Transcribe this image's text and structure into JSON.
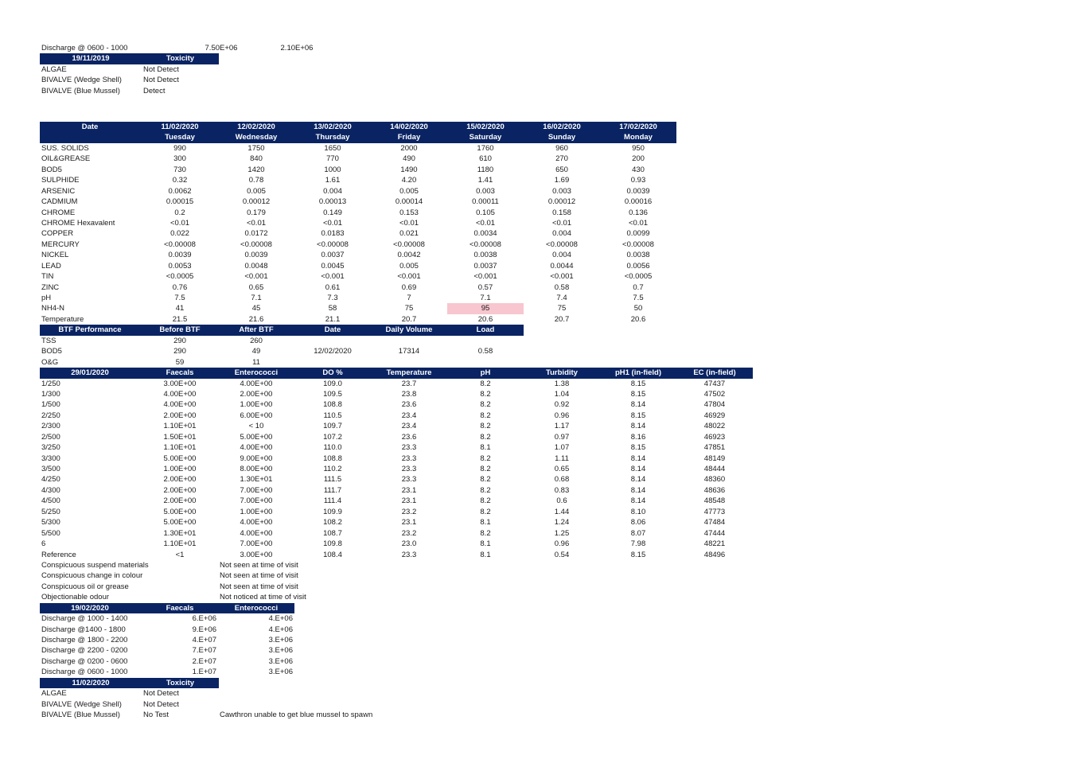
{
  "colors": {
    "header_bg": "#0a2463",
    "header_text": "#ffffff",
    "highlight": "#f7c6ce"
  },
  "top": {
    "discharge_label": "Discharge @ 0600 - 1000",
    "discharge_v1": "7.50E+06",
    "discharge_v2": "2.10E+06",
    "tox_date": "19/11/2019",
    "tox_header": "Toxicity",
    "tox_rows": [
      {
        "label": "ALGAE",
        "value": "Not Detect"
      },
      {
        "label": "BIVALVE (Wedge Shell)",
        "value": "Not Detect"
      },
      {
        "label": "BIVALVE (Blue Mussel)",
        "value": "Detect"
      }
    ]
  },
  "main": {
    "header": [
      "Date",
      "11/02/2020",
      "12/02/2020",
      "13/02/2020",
      "14/02/2020",
      "15/02/2020",
      "16/02/2020",
      "17/02/2020"
    ],
    "days": [
      "",
      "Tuesday",
      "Wednesday",
      "Thursday",
      "Friday",
      "Saturday",
      "Sunday",
      "Monday"
    ],
    "rows": [
      [
        "SUS. SOLIDS",
        "990",
        "1750",
        "1650",
        "2000",
        "1760",
        "960",
        "950"
      ],
      [
        "OIL&GREASE",
        "300",
        "840",
        "770",
        "490",
        "610",
        "270",
        "200"
      ],
      [
        "BOD5",
        "730",
        "1420",
        "1000",
        "1490",
        "1180",
        "650",
        "430"
      ],
      [
        "SULPHIDE",
        "0.32",
        "0.78",
        "1.61",
        "4.20",
        "1.41",
        "1.69",
        "0.93"
      ],
      [
        "ARSENIC",
        "0.0062",
        "0.005",
        "0.004",
        "0.005",
        "0.003",
        "0.003",
        "0.0039"
      ],
      [
        "CADMIUM",
        "0.00015",
        "0.00012",
        "0.00013",
        "0.00014",
        "0.00011",
        "0.00012",
        "0.00016"
      ],
      [
        "CHROME",
        "0.2",
        "0.179",
        "0.149",
        "0.153",
        "0.105",
        "0.158",
        "0.136"
      ],
      [
        "CHROME Hexavalent",
        "<0.01",
        "<0.01",
        "<0.01",
        "<0.01",
        "<0.01",
        "<0.01",
        "<0.01"
      ],
      [
        "COPPER",
        "0.022",
        "0.0172",
        "0.0183",
        "0.021",
        "0.0034",
        "0.004",
        "0.0099"
      ],
      [
        "MERCURY",
        "<0.00008",
        "<0.00008",
        "<0.00008",
        "<0.00008",
        "<0.00008",
        "<0.00008",
        "<0.00008"
      ],
      [
        "NICKEL",
        "0.0039",
        "0.0039",
        "0.0037",
        "0.0042",
        "0.0038",
        "0.004",
        "0.0038"
      ],
      [
        "LEAD",
        "0.0053",
        "0.0048",
        "0.0045",
        "0.005",
        "0.0037",
        "0.0044",
        "0.0056"
      ],
      [
        "TIN",
        "<0.0005",
        "<0.001",
        "<0.001",
        "<0.001",
        "<0.001",
        "<0.001",
        "<0.0005"
      ],
      [
        "ZINC",
        "0.76",
        "0.65",
        "0.61",
        "0.69",
        "0.57",
        "0.58",
        "0.7"
      ],
      [
        "pH",
        "7.5",
        "7.1",
        "7.3",
        "7",
        "7.1",
        "7.4",
        "7.5"
      ],
      [
        "NH4-N",
        "41",
        "45",
        "58",
        "75",
        "95",
        "75",
        "50"
      ],
      [
        "Temperature",
        "21.5",
        "21.6",
        "21.1",
        "20.7",
        "20.6",
        "20.7",
        "20.6"
      ]
    ]
  },
  "btf": {
    "header": [
      "BTF Performance",
      "Before BTF",
      "After BTF",
      "Date",
      "Daily Volume",
      "Load"
    ],
    "rows": [
      [
        "TSS",
        "290",
        "260",
        "",
        "",
        ""
      ],
      [
        "BOD5",
        "290",
        "49",
        "12/02/2020",
        "17314",
        "0.58"
      ],
      [
        "O&G",
        "59",
        "11",
        "",
        "",
        ""
      ]
    ]
  },
  "sites": {
    "header": [
      "29/01/2020",
      "Faecals",
      "Enterococci",
      "DO %",
      "Temperature",
      "pH",
      "Turbidity",
      "pH1 (in-field)",
      "EC (in-field)"
    ],
    "rows": [
      [
        "1/250",
        "3.00E+00",
        "4.00E+00",
        "109.0",
        "23.7",
        "8.2",
        "1.38",
        "8.15",
        "47437"
      ],
      [
        "1/300",
        "4.00E+00",
        "2.00E+00",
        "109.5",
        "23.8",
        "8.2",
        "1.04",
        "8.15",
        "47502"
      ],
      [
        "1/500",
        "4.00E+00",
        "1.00E+00",
        "108.8",
        "23.6",
        "8.2",
        "0.92",
        "8.14",
        "47804"
      ],
      [
        "2/250",
        "2.00E+00",
        "6.00E+00",
        "110.5",
        "23.4",
        "8.2",
        "0.96",
        "8.15",
        "46929"
      ],
      [
        "2/300",
        "1.10E+01",
        "< 10",
        "109.7",
        "23.4",
        "8.2",
        "1.17",
        "8.14",
        "48022"
      ],
      [
        "2/500",
        "1.50E+01",
        "5.00E+00",
        "107.2",
        "23.6",
        "8.2",
        "0.97",
        "8.16",
        "46923"
      ],
      [
        "3/250",
        "1.10E+01",
        "4.00E+00",
        "110.0",
        "23.3",
        "8.1",
        "1.07",
        "8.15",
        "47851"
      ],
      [
        "3/300",
        "5.00E+00",
        "9.00E+00",
        "108.8",
        "23.3",
        "8.2",
        "1.11",
        "8.14",
        "48149"
      ],
      [
        "3/500",
        "1.00E+00",
        "8.00E+00",
        "110.2",
        "23.3",
        "8.2",
        "0.65",
        "8.14",
        "48444"
      ],
      [
        "4/250",
        "2.00E+00",
        "1.30E+01",
        "111.5",
        "23.3",
        "8.2",
        "0.68",
        "8.14",
        "48360"
      ],
      [
        "4/300",
        "2.00E+00",
        "7.00E+00",
        "111.7",
        "23.1",
        "8.2",
        "0.83",
        "8.14",
        "48636"
      ],
      [
        "4/500",
        "2.00E+00",
        "7.00E+00",
        "111.4",
        "23.1",
        "8.2",
        "0.6",
        "8.14",
        "48548"
      ],
      [
        "5/250",
        "5.00E+00",
        "1.00E+00",
        "109.9",
        "23.2",
        "8.2",
        "1.44",
        "8.10",
        "47773"
      ],
      [
        "5/300",
        "5.00E+00",
        "4.00E+00",
        "108.2",
        "23.1",
        "8.1",
        "1.24",
        "8.06",
        "47484"
      ],
      [
        "5/500",
        "1.30E+01",
        "4.00E+00",
        "108.7",
        "23.2",
        "8.2",
        "1.25",
        "8.07",
        "47444"
      ],
      [
        "6",
        "1.10E+01",
        "7.00E+00",
        "109.8",
        "23.0",
        "8.1",
        "0.96",
        "7.98",
        "48221"
      ],
      [
        "Reference",
        "<1",
        "3.00E+00",
        "108.4",
        "23.3",
        "8.1",
        "0.54",
        "8.15",
        "48496"
      ]
    ]
  },
  "observations": [
    {
      "label": "Conspicuous suspend materials",
      "value": "Not seen at time of visit"
    },
    {
      "label": "Conspicuous change in colour",
      "value": "Not seen at time of visit"
    },
    {
      "label": "Conspicuous oil or grease",
      "value": "Not seen at time of visit"
    },
    {
      "label": "Objectionable odour",
      "value": "Not noticed at time of visit"
    }
  ],
  "discharge": {
    "header": [
      "19/02/2020",
      "Faecals",
      "Enterococci"
    ],
    "rows": [
      [
        "Discharge @ 1000 - 1400",
        "6.E+06",
        "4.E+06"
      ],
      [
        "Discharge @1400 - 1800",
        "9.E+06",
        "4.E+06"
      ],
      [
        "Discharge @ 1800 - 2200",
        "4.E+07",
        "3.E+06"
      ],
      [
        "Discharge @ 2200 - 0200",
        "7.E+07",
        "3.E+06"
      ],
      [
        "Discharge @ 0200 - 0600",
        "2.E+07",
        "3.E+06"
      ],
      [
        "Discharge @ 0600 - 1000",
        "1.E+07",
        "3.E+06"
      ]
    ]
  },
  "tox2": {
    "date": "11/02/2020",
    "header": "Toxicity",
    "rows": [
      {
        "label": "ALGAE",
        "value": "Not Detect",
        "note": ""
      },
      {
        "label": "BIVALVE (Wedge Shell)",
        "value": "Not Detect",
        "note": ""
      },
      {
        "label": "BIVALVE (Blue Mussel)",
        "value": "No Test",
        "note": "Cawthron unable to get blue mussel to spawn"
      }
    ]
  }
}
